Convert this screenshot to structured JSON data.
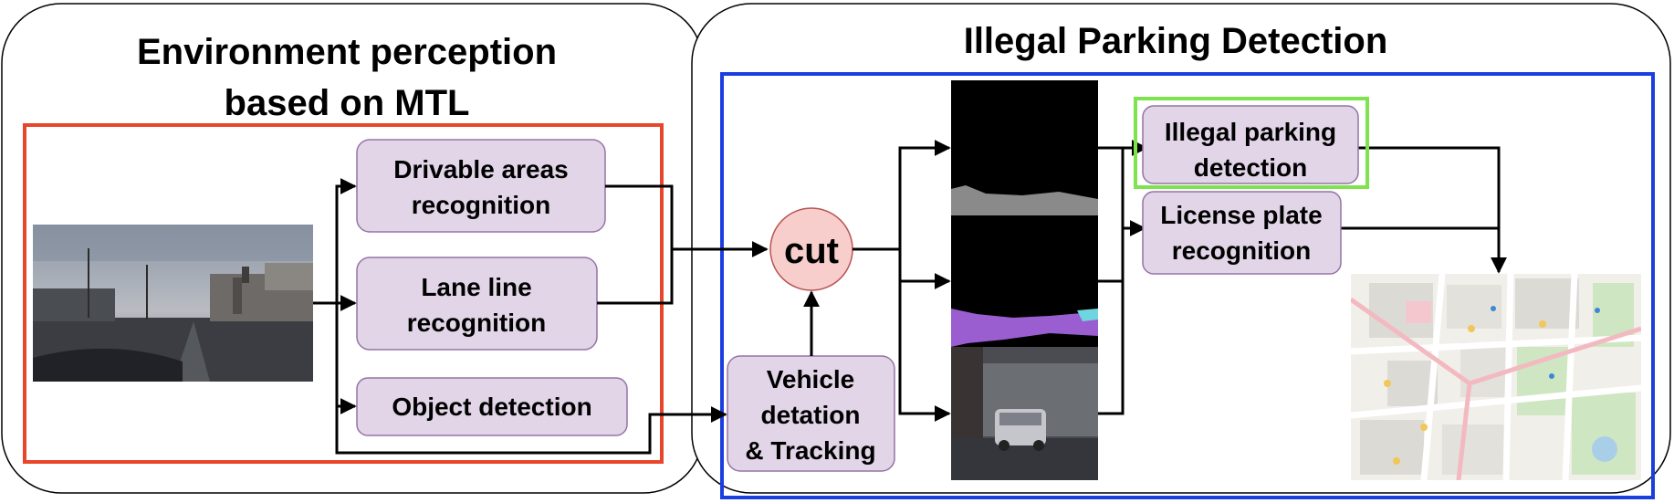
{
  "left_panel": {
    "title_line1": "Environment perception",
    "title_line2": "based on MTL",
    "boxes": {
      "drivable_line1": "Drivable areas",
      "drivable_line2": "recognition",
      "lane_line1": "Lane line",
      "lane_line2": "recognition",
      "object": "Object detection"
    }
  },
  "right_panel": {
    "title": "Illegal Parking Detection",
    "cut": "cut",
    "vehicle_line1": "Vehicle",
    "vehicle_line2": "detation",
    "vehicle_line3": "& Tracking",
    "illegal_line1": "Illegal parking",
    "illegal_line2": "detection",
    "plate_line1": "License plate",
    "plate_line2": "recognition"
  },
  "colors": {
    "process_box_fill": "#e1d5e7",
    "process_box_stroke": "#9673a6",
    "cut_fill": "#f8cecc",
    "cut_stroke": "#b85450",
    "mtl_frame": "#e8462a",
    "detection_frame": "#1a3ee0",
    "highlight_frame": "#7ee34e"
  }
}
